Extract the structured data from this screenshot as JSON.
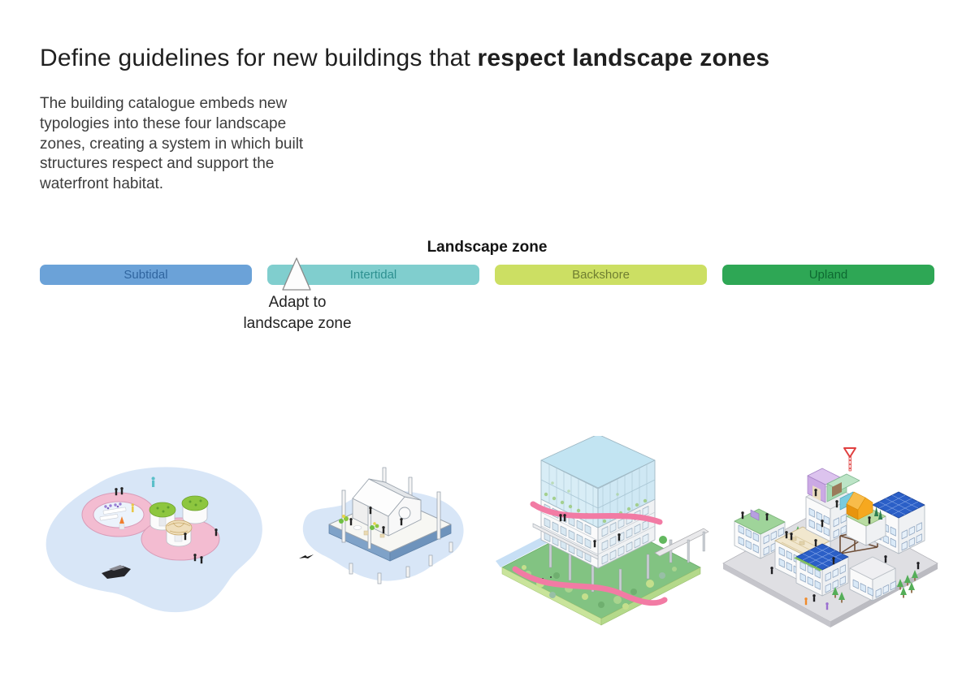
{
  "slide": {
    "title": {
      "regular": "Define guidelines for new buildings that ",
      "bold": "respect landscape zones"
    },
    "description": "The building catalogue embeds new typologies into these four landscape zones, creating a system in which built structures respect and support the waterfront habitat."
  },
  "diagram": {
    "heading": "Landscape zone",
    "marker": {
      "line1": "Adapt to",
      "line2": "landscape zone",
      "points_to_zone": "Intertidal",
      "shape": "triangle-up"
    },
    "zones": [
      {
        "label": "Subtidal",
        "bar_color": "#6BA2D8",
        "label_color": "#30659F",
        "illustration": "floating-pink-ring-walkway-and-round-platforms-in-water-with-boat"
      },
      {
        "label": "Intertidal",
        "bar_color": "#80CECE",
        "label_color": "#2E9191",
        "illustration": "gabled-house-on-stilted-platform-over-tidal-water-with-bird"
      },
      {
        "label": "Backshore",
        "bar_color": "#CCDF63",
        "label_color": "#6F7E31",
        "illustration": "elevated-building-with-glass-top-pink-ramps-on-green-terrain"
      },
      {
        "label": "Upland",
        "bar_color": "#2EA755",
        "label_color": "#0E6A32",
        "illustration": "modular-housing-block-with-roof-gardens-solar-panels-and-trees"
      }
    ]
  },
  "palette": {
    "water": "#D8E6F7",
    "pink_structures": "#F3BCD1",
    "pink_ramp": "#F27BA4",
    "greenery": "#8DC63F",
    "terrain_green": "#82C382",
    "glass_blue": "#D8EDF6",
    "platform_gray": "#DFDFE3",
    "solar_blue": "#2B5FC7"
  }
}
